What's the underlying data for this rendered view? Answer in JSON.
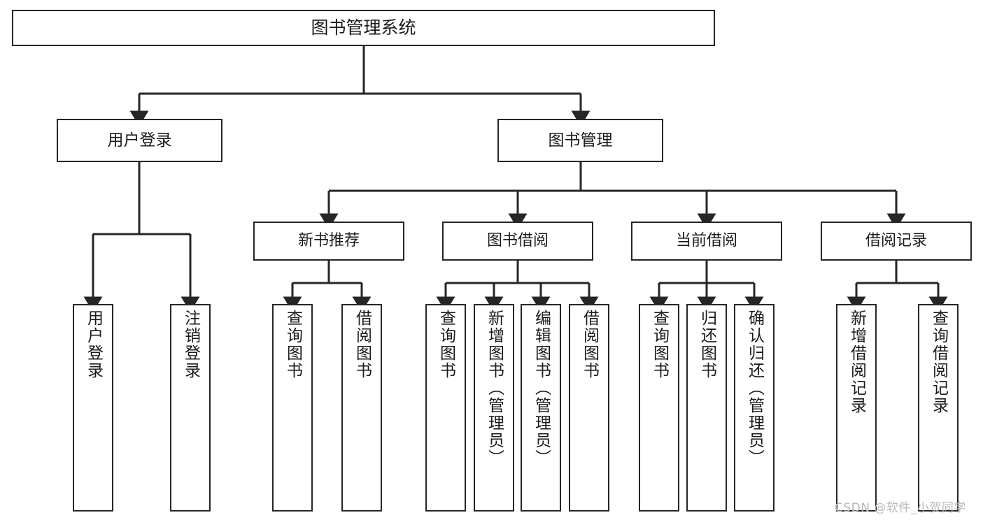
{
  "diagram": {
    "title": "图书管理系统",
    "watermark": "CSDN @软件_小贺同学",
    "colors": {
      "stroke": "#262626",
      "text": "#1b1b1b",
      "background": "#ffffff",
      "watermark": "#b9b9b9"
    },
    "nodes": {
      "root": {
        "label": "图书管理系统"
      },
      "level1": [
        {
          "id": "user-login",
          "label": "用户登录"
        },
        {
          "id": "book-management",
          "label": "图书管理"
        }
      ],
      "level2": [
        {
          "id": "new-book-recommend",
          "label": "新书推荐"
        },
        {
          "id": "book-borrow",
          "label": "图书借阅"
        },
        {
          "id": "current-borrow",
          "label": "当前借阅"
        },
        {
          "id": "borrow-record",
          "label": "借阅记录"
        }
      ],
      "leaves": {
        "user-login": [
          {
            "id": "leaf-user-login",
            "label": "用户登录"
          },
          {
            "id": "leaf-user-logout",
            "label": "注销登录"
          }
        ],
        "new-book-recommend": [
          {
            "id": "leaf-query-book-1",
            "label": "查询图书"
          },
          {
            "id": "leaf-borrow-book-1",
            "label": "借阅图书"
          }
        ],
        "book-borrow": [
          {
            "id": "leaf-query-book-2",
            "label": "查询图书"
          },
          {
            "id": "leaf-add-book",
            "label": "新增图书（管理员）"
          },
          {
            "id": "leaf-edit-book",
            "label": "编辑图书（管理员）"
          },
          {
            "id": "leaf-borrow-book-2",
            "label": "借阅图书"
          }
        ],
        "current-borrow": [
          {
            "id": "leaf-query-book-3",
            "label": "查询图书"
          },
          {
            "id": "leaf-return-book",
            "label": "归还图书"
          },
          {
            "id": "leaf-confirm-return",
            "label": "确认归还（管理员）"
          }
        ],
        "borrow-record": [
          {
            "id": "leaf-add-record",
            "label": "新增借阅记录"
          },
          {
            "id": "leaf-query-record",
            "label": "查询借阅记录"
          }
        ]
      }
    }
  }
}
